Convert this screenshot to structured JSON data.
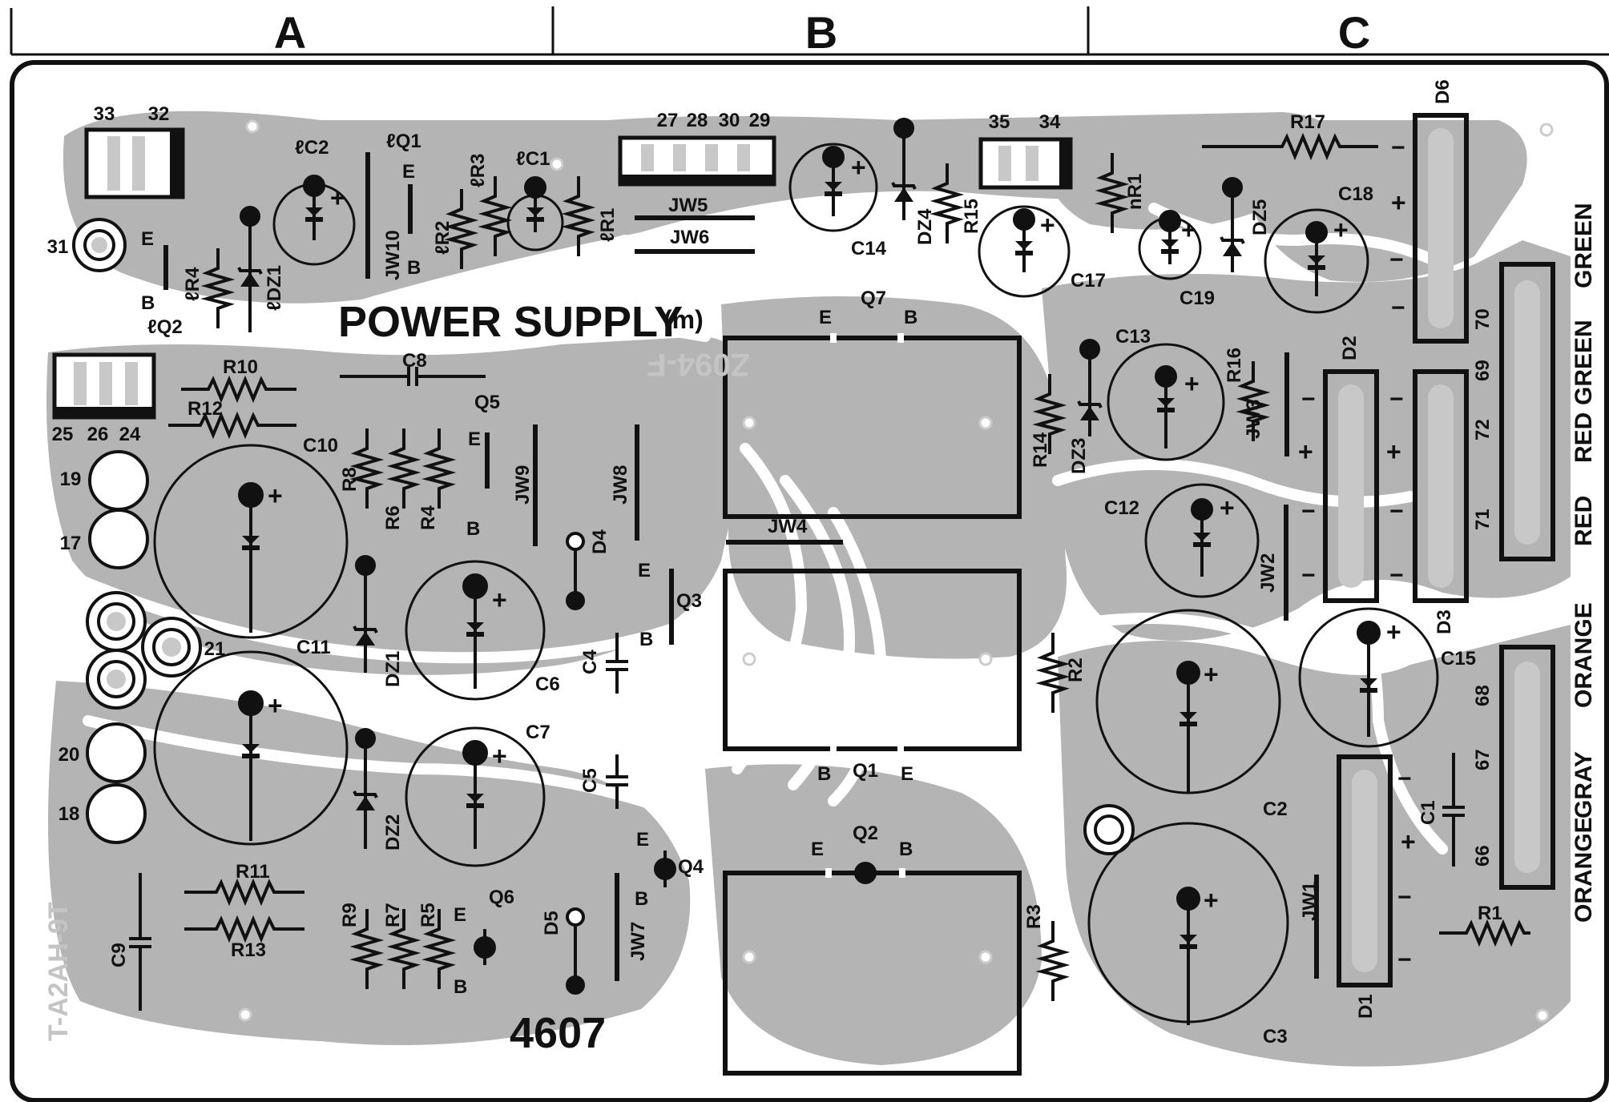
{
  "header": {
    "columns": [
      "A",
      "B",
      "C"
    ]
  },
  "board": {
    "title": "POWER SUPPLY",
    "title_suffix": "(m)",
    "board_number": "4607",
    "mirror_text_1": "Z094-F",
    "mirror_text_2": "T-A2AH-9T"
  },
  "connectors": {
    "c33": "33",
    "c32": "32",
    "c27": "27",
    "c28": "28",
    "c30": "30",
    "c29": "29",
    "c35": "35",
    "c34": "34",
    "c25": "25",
    "c26": "26",
    "c24": "24",
    "c31": "31",
    "c19": "19",
    "c17": "17",
    "c21": "21",
    "c20": "20",
    "c18": "18",
    "c70": "70",
    "c69": "69",
    "c72": "72",
    "c71": "71",
    "c68": "68",
    "c67": "67",
    "c66": "66"
  },
  "components": {
    "rC2": "ℓC2",
    "rQ1": "ℓQ1",
    "rC1": "ℓC1",
    "rR2": "ℓR2",
    "rR3": "ℓR3",
    "rR1": "ℓR1",
    "rR4": "ℓR4",
    "rDZ1": "ℓDZ1",
    "rQ2": "ℓQ2",
    "nR1": "nR1",
    "JW1": "JW1",
    "JW2": "JW2",
    "JW3": "JW3",
    "JW4": "JW4",
    "JW5": "JW5",
    "JW6": "JW6",
    "JW7": "JW7",
    "JW8": "JW8",
    "JW9": "JW9",
    "JW10": "JW10",
    "C1": "C1",
    "C2": "C2",
    "C3": "C3",
    "C4": "C4",
    "C5": "C5",
    "C6": "C6",
    "C7": "C7",
    "C8": "C8",
    "C9": "C9",
    "C10": "C10",
    "C11": "C11",
    "C12": "C12",
    "C13": "C13",
    "C14": "C14",
    "C15": "C15",
    "C17": "C17",
    "C18": "C18",
    "C19": "C19",
    "R1": "R1",
    "R2": "R2",
    "R3": "R3",
    "R4": "R4",
    "R5": "R5",
    "R6": "R6",
    "R7": "R7",
    "R8": "R8",
    "R9": "R9",
    "R10": "R10",
    "R11": "R11",
    "R12": "R12",
    "R13": "R13",
    "R14": "R14",
    "R15": "R15",
    "R16": "R16",
    "R17": "R17",
    "Q1": "Q1",
    "Q2": "Q2",
    "Q3": "Q3",
    "Q4": "Q4",
    "Q5": "Q5",
    "Q6": "Q6",
    "Q7": "Q7",
    "D1": "D1",
    "D2": "D2",
    "D3": "D3",
    "D4": "D4",
    "D5": "D5",
    "D6": "D6",
    "DZ1": "DZ1",
    "DZ2": "DZ2",
    "DZ3": "DZ3",
    "DZ4": "DZ4",
    "DZ5": "DZ5"
  },
  "pins": {
    "E": "E",
    "B": "B",
    "plus": "+",
    "minus": "−"
  },
  "wires": {
    "green1": "GREEN",
    "green2": "GREEN",
    "red1": "RED",
    "red2": "RED",
    "orange1": "ORANGE",
    "gray": "GRAY",
    "orange2": "ORANGE"
  },
  "colors": {
    "copper": "#b4b4b4",
    "ink": "#111111",
    "paper": "#ffffff"
  }
}
